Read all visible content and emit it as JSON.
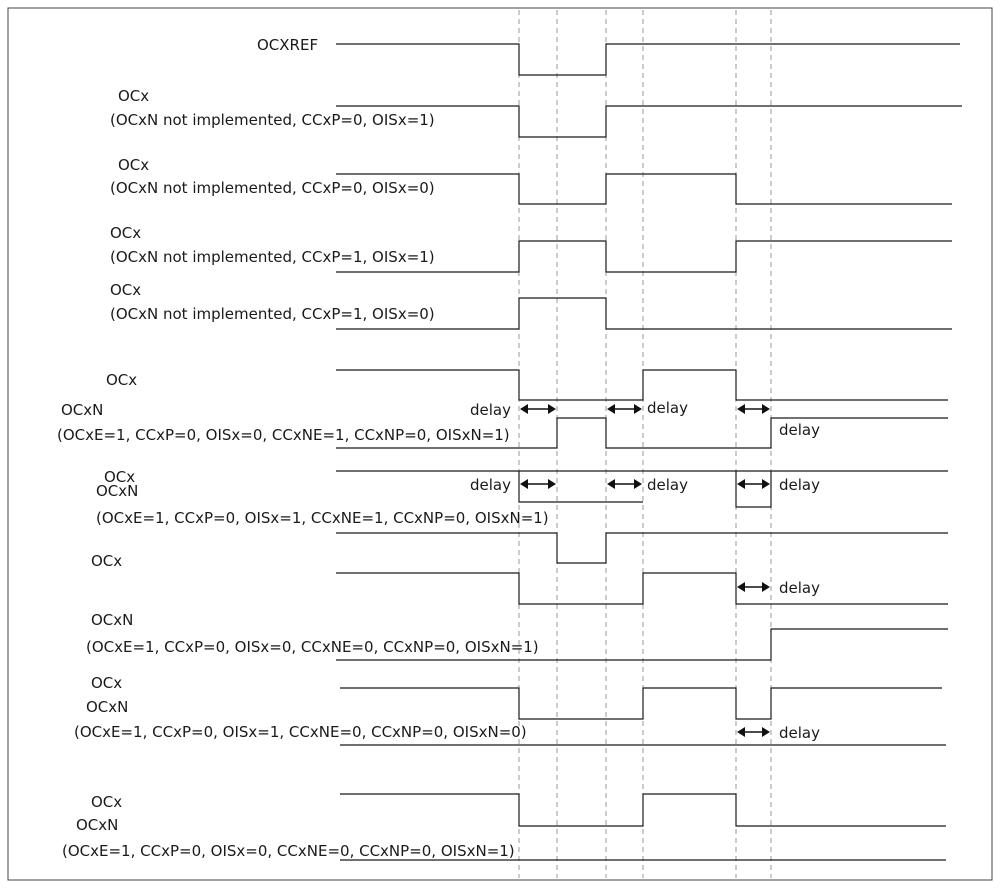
{
  "waveforms": [
    {
      "labels": [
        "OCXREF"
      ]
    },
    {
      "labels": [
        "OCx",
        "(OCxN not implemented, CCxP=0, OISx=1)"
      ]
    },
    {
      "labels": [
        "OCx",
        "(OCxN not implemented, CCxP=0, OISx=0)"
      ]
    },
    {
      "labels": [
        "OCx",
        "(OCxN not implemented, CCxP=1, OISx=1)"
      ]
    },
    {
      "labels": [
        "OCx",
        "(OCxN not implemented, CCxP=1, OISx=0)"
      ]
    },
    {
      "labels": [
        "OCx",
        "OCxN",
        "(OCxE=1, CCxP=0, OISx=0, CCxNE=1, CCxNP=0, OISxN=1)"
      ]
    },
    {
      "labels": [
        "OCx",
        "OCxN",
        "(OCxE=1, CCxP=0, OISx=1, CCxNE=1, CCxNP=0, OISxN=1)"
      ]
    },
    {
      "labels": [
        "OCx"
      ]
    },
    {
      "labels": [
        "OCxN",
        "(OCxE=1, CCxP=0, OISx=0, CCxNE=0, CCxNP=0, OISxN=1)"
      ]
    },
    {
      "labels": [
        "OCx",
        "OCxN",
        "(OCxE=1, CCxP=0, OISx=1, CCxNE=0, CCxNP=0, OISxN=0)"
      ]
    },
    {
      "labels": [
        "OCx",
        "OCxN",
        "(OCxE=1, CCxP=0, OISx=0, CCxNE=0, CCxNP=0, OISxN=1)"
      ]
    }
  ],
  "delay_label": "delay"
}
